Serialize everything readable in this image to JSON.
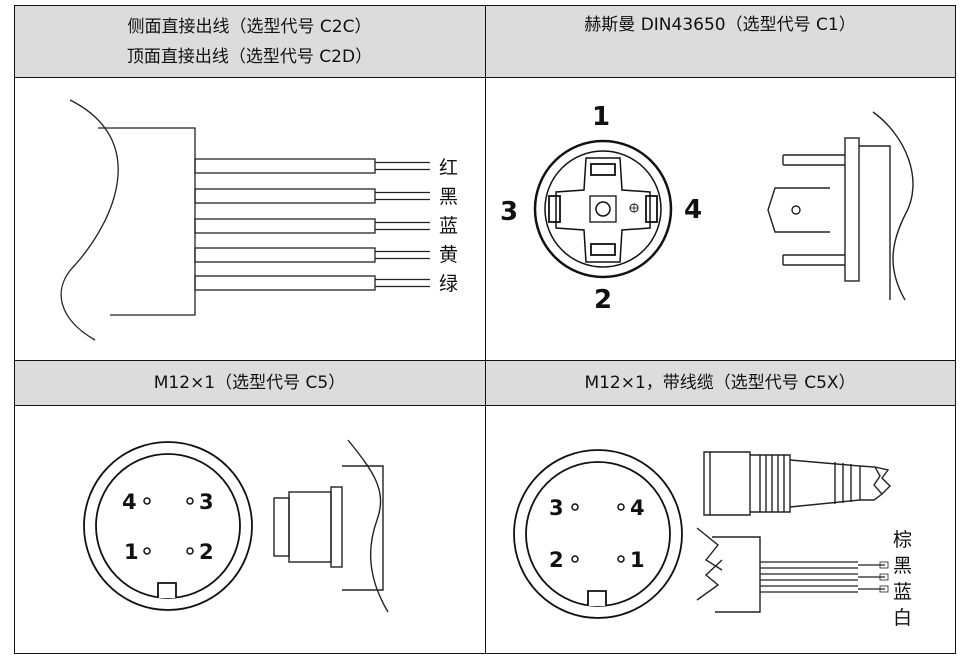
{
  "table": {
    "c2": {
      "header_line1": "侧面直接出线（选型代号 C2C）",
      "header_line2": "顶面直接出线（选型代号 C2D）",
      "wires": [
        "红",
        "黑",
        "蓝",
        "黄",
        "绿"
      ]
    },
    "c1": {
      "header": "赫斯曼 DIN43650（选型代号 C1）",
      "pins": {
        "top": "1",
        "left": "3",
        "right": "4",
        "bottom": "2"
      }
    },
    "c5": {
      "header": "M12×1（选型代号 C5）",
      "pins": {
        "top_left": "4",
        "top_right": "3",
        "bottom_left": "1",
        "bottom_right": "2"
      }
    },
    "c5x": {
      "header": "M12×1，带线缆（选型代号 C5X）",
      "pins": {
        "top_left": "3",
        "top_right": "4",
        "bottom_left": "2",
        "bottom_right": "1"
      },
      "wires": [
        "棕",
        "黑",
        "蓝",
        "白"
      ]
    }
  }
}
